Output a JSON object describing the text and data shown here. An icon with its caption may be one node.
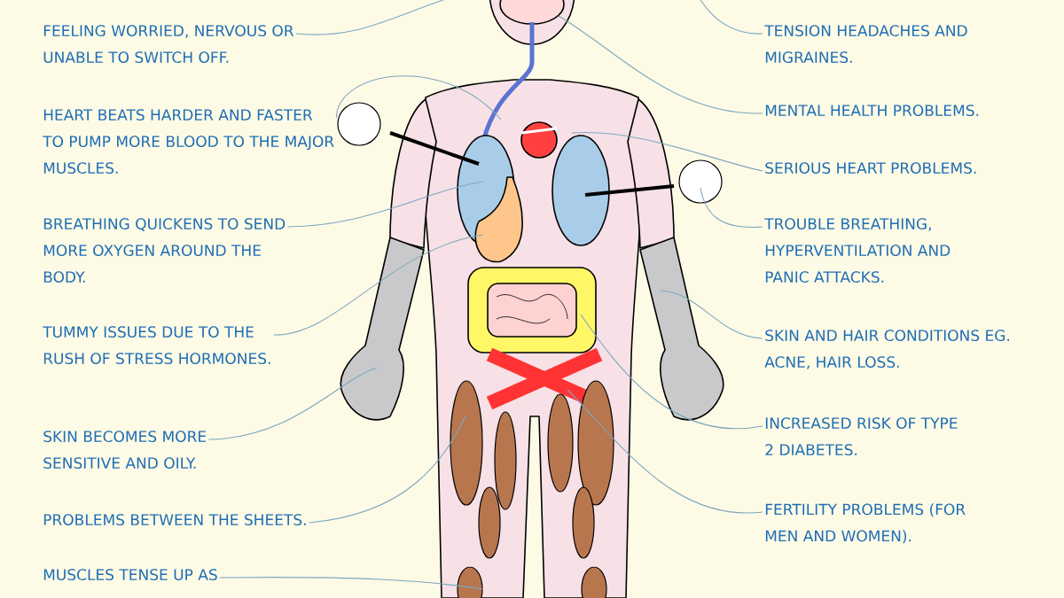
{
  "diagram": {
    "nodes": [
      {
        "text": [
          "FEELING WORRIED, NERVOUS OR UNABLE TO SWITCH OFF."
        ]
      },
      {
        "text": [
          "HEART BEATS HARDER AND FASTER TO PUMP MORE BLOOD TO THE MAJOR MUSCLES."
        ]
      },
      {
        "text": [
          "BREATHING QUICKENS TO SEND MORE OXYGEN AROUND THE BODY."
        ]
      },
      {
        "text": [
          "TUMMY ISSUES DUE TO THE RUSH OF STRESS HORMONES."
        ]
      },
      {
        "text": [
          "SKIN BECOMES MORE SENSITIVE AND OILY."
        ]
      },
      {
        "text": [
          "PROBLEMS BETWEEN THE SHEETS."
        ]
      },
      {
        "text": [
          "MUSCLES TENSE UP AS"
        ]
      },
      {
        "text": [
          "TENSION HEADACHES AND MIGRAINES."
        ]
      },
      {
        "text": [
          "MENTAL HEALTH PROBLEMS."
        ]
      },
      {
        "text": [
          "SERIOUS HEART PROBLEMS."
        ]
      },
      {
        "text": [
          "TROUBLE BREATHING, HYPERVENTILATION AND PANIC ATTACKS."
        ]
      },
      {
        "text": [
          "SKIN AND HAIR CONDITIONS EG. ACNE, HAIR LOSS."
        ]
      },
      {
        "text": [
          "INCREASED RISK OF TYPE 2 DIABETES."
        ]
      },
      {
        "text": [
          "FERTILITY PROBLEMS (FOR MEN AND WOMEN)."
        ]
      }
    ],
    "edges": [
      {
        "from": 0,
        "to": null,
        "arrow": "none"
      },
      {
        "from": 1,
        "to": null,
        "arrow": "none"
      },
      {
        "from": 2,
        "to": null,
        "arrow": "none"
      },
      {
        "from": 3,
        "to": null,
        "arrow": "none"
      },
      {
        "from": 4,
        "to": null,
        "arrow": "none"
      },
      {
        "from": 5,
        "to": null,
        "arrow": "none"
      },
      {
        "from": 6,
        "to": null,
        "arrow": "none"
      },
      {
        "from": 7,
        "to": null,
        "arrow": "none"
      },
      {
        "from": 8,
        "to": null,
        "arrow": "none"
      },
      {
        "from": 9,
        "to": null,
        "arrow": "none"
      },
      {
        "from": 10,
        "to": null,
        "arrow": "none"
      },
      {
        "from": 11,
        "to": null,
        "arrow": "none"
      },
      {
        "from": 12,
        "to": null,
        "arrow": "none"
      },
      {
        "from": 13,
        "to": null,
        "arrow": "none"
      }
    ]
  }
}
